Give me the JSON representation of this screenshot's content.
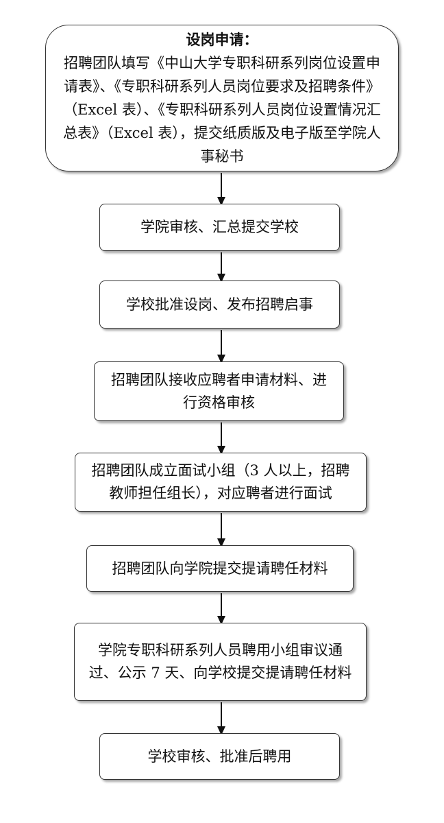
{
  "steps": [
    {
      "title": "设岗申请：",
      "text": "招聘团队填写《中山大学专职科研系列岗位设置申请表》、《专职科研系列人员岗位要求及招聘条件》（Excel 表）、《专职科研系列人员岗位设置情况汇总表》（Excel 表），提交纸质版及电子版至学院人事秘书"
    },
    {
      "text": "学院审核、汇总提交学校"
    },
    {
      "text": "学校批准设岗、发布招聘启事"
    },
    {
      "text": "招聘团队接收应聘者申请材料、进行资格审核"
    },
    {
      "text": "招聘团队成立面试小组（3 人以上，招聘教师担任组长），对应聘者进行面试"
    },
    {
      "text": "招聘团队向学院提交提请聘任材料"
    },
    {
      "text": "学院专职科研系列人员聘用小组审议通过、公示 7 天、向学校提交提请聘任材料"
    },
    {
      "text": "学校审核、批准后聘用"
    }
  ]
}
